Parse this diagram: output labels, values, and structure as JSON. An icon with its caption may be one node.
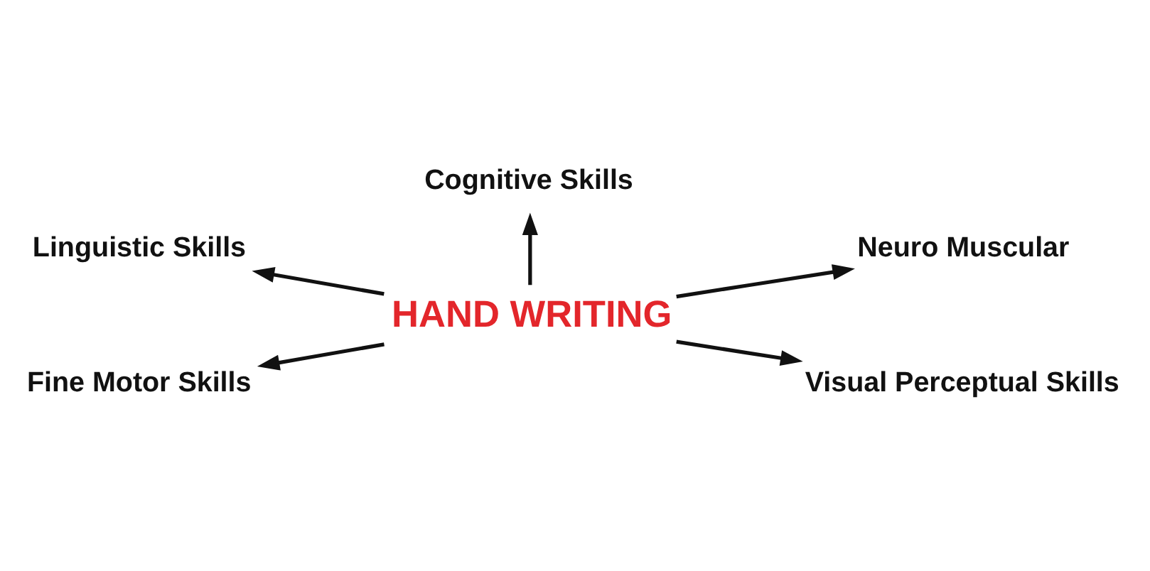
{
  "diagram": {
    "nodes": [
      {
        "text": [
          "Cognitive Skills"
        ]
      },
      {
        "text": [
          "Linguistic Skills"
        ]
      },
      {
        "text": [
          "HAND WRITING"
        ]
      },
      {
        "text": [
          "Neuro Muscular"
        ]
      },
      {
        "text": [
          "Fine Motor Skills"
        ]
      },
      {
        "text": [
          "Visual Perceptual Skills"
        ]
      }
    ],
    "edges": [
      {
        "from": 2,
        "to": 0,
        "arrow": "to"
      },
      {
        "from": 2,
        "to": 3,
        "arrow": "to"
      },
      {
        "from": 2,
        "to": 5,
        "arrow": "to"
      },
      {
        "from": 2,
        "to": 4,
        "arrow": "to"
      },
      {
        "from": 2,
        "to": 1,
        "arrow": "to"
      }
    ]
  }
}
